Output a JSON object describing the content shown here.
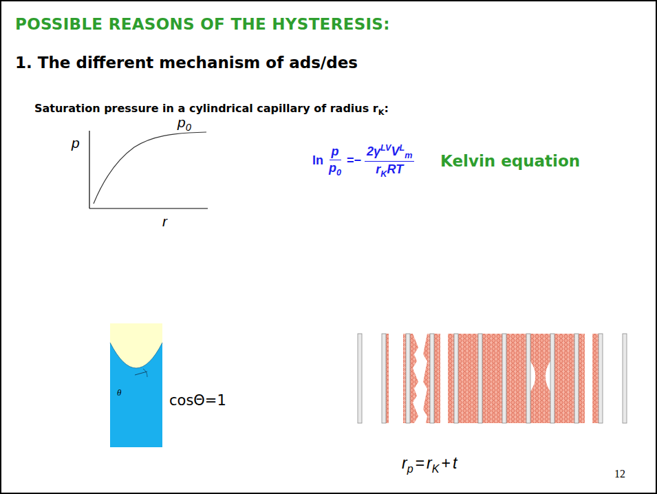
{
  "diagram": {
    "title": "POSSIBLE REASONS OF THE HYSTERESIS:",
    "labels": [
      "1. The different mechanism of ads/des",
      "Saturation pressure in a cylindrical capillary of radius r",
      "K",
      ":",
      "p",
      "p",
      "0",
      "r",
      "ln",
      "p",
      "p",
      "0",
      "=",
      "−",
      "2γ",
      "LV",
      "V",
      "L",
      "m",
      "r",
      "K",
      "RT",
      "Kelvin equation",
      "θ",
      "cosΘ=1",
      "r",
      "p",
      "=",
      "r",
      "K",
      "+",
      "t",
      "12"
    ]
  }
}
